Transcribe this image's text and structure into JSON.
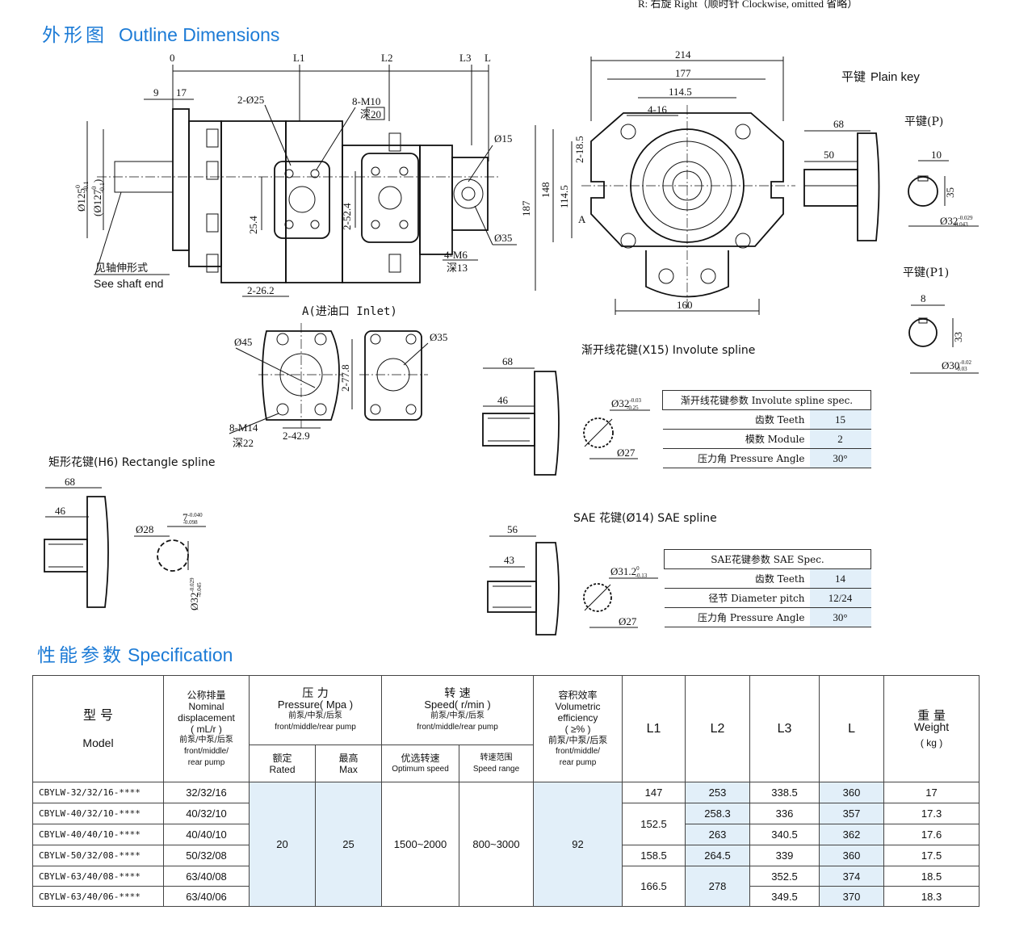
{
  "header_note": "R: 右旋 Right（顺时针 Clockwise, omitted 省略）",
  "outline": {
    "title_cn": "外形图",
    "title_en": "Outline Dimensions"
  },
  "side_view": {
    "marks": [
      "0",
      "L1",
      "L2",
      "L3",
      "L"
    ],
    "dim_9": "9",
    "dim_17": "17",
    "bolt_2_025": "2-Ø25",
    "bolt_8m10": "8-M10",
    "deep20": "深20",
    "d15": "Ø15",
    "d35": "Ø35",
    "m6": "4-M6",
    "deep13": "深13",
    "dim_25_4": "25.4",
    "dim_2_52_4": "2-52.4",
    "dim_2_26_2": "2-26.2",
    "shaft_d1": "Ø125",
    "shaft_d1_tol_u": "0",
    "shaft_d1_tol_l": "-0.1",
    "shaft_d2": "(Ø127",
    "shaft_d2_tol_u": "0",
    "shaft_d2_tol_l": "-0.1",
    "shaft_d2_close": ")",
    "note_cn": "见轴伸形式",
    "note_en": "See shaft end"
  },
  "front_view": {
    "dim_214": "214",
    "dim_177": "177",
    "dim_114_5": "114.5",
    "dim_4_16": "4-16",
    "dim_187": "187",
    "dim_148": "148",
    "dim_114_5v": "114.5",
    "dim_2_18_5": "2-18.5",
    "label_a": "A",
    "dim_160": "160"
  },
  "inlet_view": {
    "title": "A(进油口 Inlet)",
    "d45": "Ø45",
    "d35": "Ø35",
    "m14": "8-M14",
    "deep22": "深22",
    "dim_2_77_8": "2-77.8",
    "dim_2_42_9": "2-42.9"
  },
  "plain_key_p": {
    "title_cn": "平键",
    "title_en": "Plain key",
    "label": "平键(P)",
    "dim_68": "68",
    "dim_50": "50",
    "dim_10": "10",
    "dim_35": "35",
    "d32": "Ø32",
    "tol_u": "-0.029",
    "tol_l": "-0.043"
  },
  "plain_key_p1": {
    "label": "平键(P1)",
    "dim_8": "8",
    "dim_33": "33",
    "d30": "Ø30",
    "tol_u": "-0.02",
    "tol_l": "-0.03"
  },
  "involute": {
    "title": "渐开线花键(X15) Involute spline",
    "dim_68": "68",
    "dim_46": "46",
    "d32": "Ø32",
    "d32_tol_u": "-0.03",
    "d32_tol_l": "-0.25",
    "d27": "Ø27",
    "table": {
      "header": "渐开线花键参数 Involute spline spec.",
      "rows": [
        {
          "label": "齿数 Teeth",
          "value": "15"
        },
        {
          "label": "模数 Module",
          "value": "2"
        },
        {
          "label": "压力角 Pressure Angle",
          "value": "30°"
        }
      ]
    }
  },
  "rect_spline": {
    "title": "矩形花键(H6) Rectangle spline",
    "dim_68": "68",
    "dim_46": "46",
    "d28": "Ø28",
    "dim_7": "7",
    "dim_7_tol_u": "-0.040",
    "dim_7_tol_l": "-0.098",
    "d32": "Ø32",
    "d32_tol_u": "-0.029",
    "d32_tol_l": "-0.045"
  },
  "sae_spline": {
    "title": "SAE 花键(Ø14) SAE spline",
    "dim_56": "56",
    "dim_43": "43",
    "d31": "Ø31.2",
    "d31_tol_u": "0",
    "d31_tol_l": "-0.13",
    "d27": "Ø27",
    "table": {
      "header": "SAE花键参数  SAE Spec.",
      "rows": [
        {
          "label": "齿数 Teeth",
          "value": "14"
        },
        {
          "label": "径节 Diameter pitch",
          "value": "12/24"
        },
        {
          "label": "压力角 Pressure Angle",
          "value": "30°"
        }
      ]
    }
  },
  "spec": {
    "title_cn": "性能参数",
    "title_en": "Specification",
    "headers": {
      "model_cn": "型  号",
      "model_en": "Model",
      "disp_cn": "公称排量",
      "disp_en1": "Nominal",
      "disp_en2": "displacement",
      "disp_unit": "( mL/r )",
      "disp_sub_cn": "前泵/中泵/后泵",
      "disp_sub_en1": "front/middle/",
      "disp_sub_en2": "rear pump",
      "pressure_cn": "压  力",
      "pressure_en": "Pressure( Mpa )",
      "pressure_sub_cn": "前泵/中泵/后泵",
      "pressure_sub_en": "front/middle/rear pump",
      "rated_cn": "额定",
      "rated_en": "Rated",
      "max_cn": "最高",
      "max_en": "Max",
      "speed_cn": "转    速",
      "speed_en": "Speed( r/min )",
      "speed_sub_cn": "前泵/中泵/后泵",
      "speed_sub_en": "front/middle/rear pump",
      "opt_cn": "优选转速",
      "opt_en": "Optimum speed",
      "range_cn": "转速范围",
      "range_en": "Speed range",
      "eff_cn": "容积效率",
      "eff_en1": "Volumetric",
      "eff_en2": "efficiency",
      "eff_unit": "( ≥% )",
      "eff_sub_cn": "前泵/中泵/后泵",
      "eff_sub_en1": "front/middle/",
      "eff_sub_en2": "rear pump",
      "l1": "L1",
      "l2": "L2",
      "l3": "L3",
      "l": "L",
      "weight_cn": "重  量",
      "weight_en": "Weight",
      "weight_unit": "( kg )"
    },
    "shared": {
      "rated": "20",
      "max": "25",
      "optimum": "1500~2000",
      "range": "800~3000",
      "efficiency": "92"
    },
    "rows": [
      {
        "model": "CBYLW-32/32/16-****",
        "disp": "32/32/16",
        "l1": "147",
        "l2": "253",
        "l3": "338.5",
        "l": "360",
        "weight": "17"
      },
      {
        "model": "CBYLW-40/32/10-****",
        "disp": "40/32/10",
        "l1": "152.5",
        "l2": "258.3",
        "l3": "336",
        "l": "357",
        "weight": "17.3"
      },
      {
        "model": "CBYLW-40/40/10-****",
        "disp": "40/40/10",
        "l1": "",
        "l2": "263",
        "l3": "340.5",
        "l": "362",
        "weight": "17.6"
      },
      {
        "model": "CBYLW-50/32/08-****",
        "disp": "50/32/08",
        "l1": "158.5",
        "l2": "264.5",
        "l3": "339",
        "l": "360",
        "weight": "17.5"
      },
      {
        "model": "CBYLW-63/40/08-****",
        "disp": "63/40/08",
        "l1": "166.5",
        "l2": "278",
        "l3": "352.5",
        "l": "374",
        "weight": "18.5"
      },
      {
        "model": "CBYLW-63/40/06-****",
        "disp": "63/40/06",
        "l1": "",
        "l2": "",
        "l3": "349.5",
        "l": "370",
        "weight": "18.3"
      }
    ]
  }
}
